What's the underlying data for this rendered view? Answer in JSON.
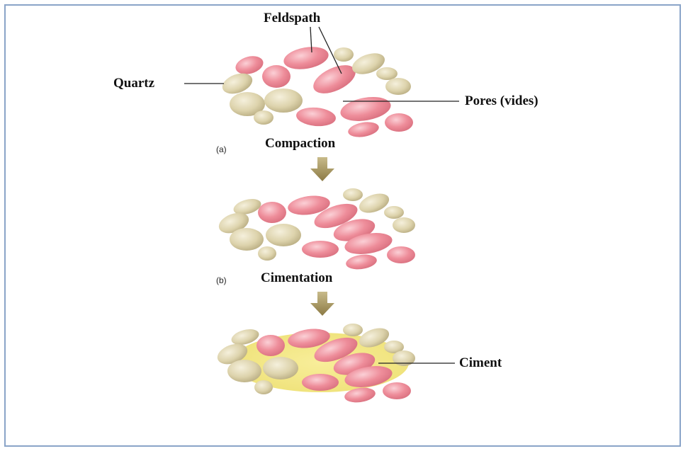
{
  "labels": {
    "feldspath": "Feldspath",
    "quartz": "Quartz",
    "pores": "Pores (vides)",
    "stage_a": "(a)",
    "compaction": "Compaction",
    "stage_b": "(b)",
    "cimentation": "Cimentation",
    "ciment": "Ciment"
  },
  "colors": {
    "feldspar": "#e8808e",
    "quartz": "#d9cfa6",
    "cement": "#f3e37a",
    "arrow": "#9a8a5a",
    "frame": "#8aa4c8"
  }
}
